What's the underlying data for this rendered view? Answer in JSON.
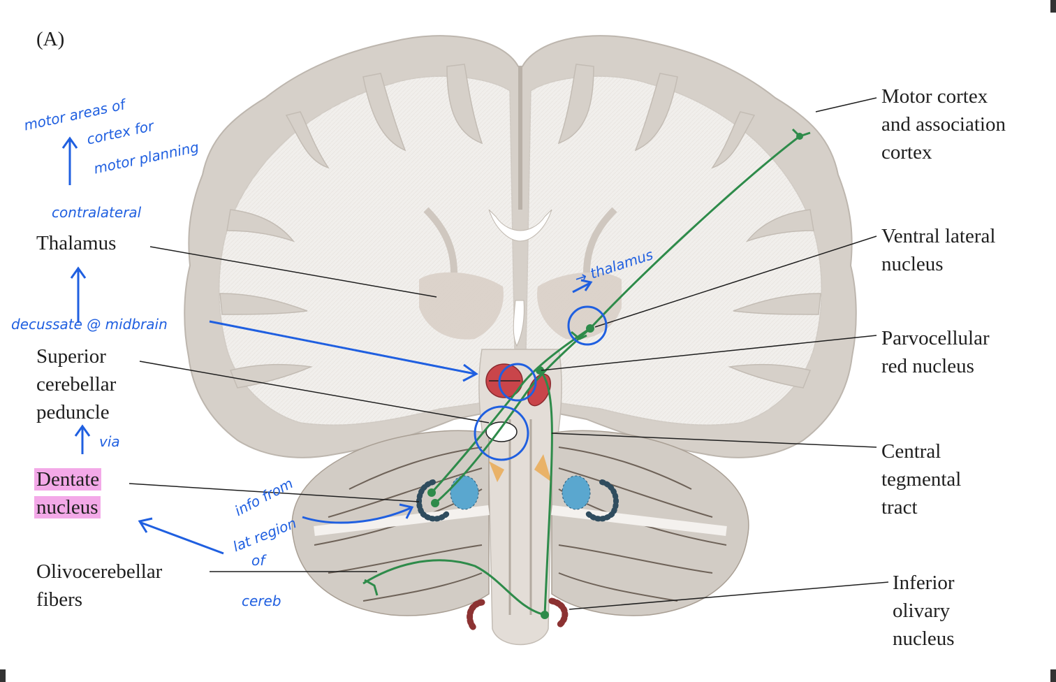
{
  "panel_label": "(A)",
  "labels": {
    "motor_cortex": [
      "Motor cortex",
      "and association",
      "cortex"
    ],
    "ventral_lateral": [
      "Ventral lateral",
      "nucleus"
    ],
    "parvocellular": [
      "Parvocellular",
      "red nucleus"
    ],
    "central_tegmental": [
      "Central",
      "tegmental",
      "tract"
    ],
    "inferior_olivary": [
      "Inferior",
      "olivary",
      "nucleus"
    ],
    "thalamus": [
      "Thalamus"
    ],
    "superior_cerebellar": [
      "Superior",
      "cerebellar",
      "peduncle"
    ],
    "dentate": [
      "Dentate",
      "nucleus"
    ],
    "olivocerebellar": [
      "Olivocerebellar",
      "fibers"
    ]
  },
  "notes": {
    "motor_areas": [
      "motor areas of",
      "cortex for",
      "motor planning"
    ],
    "contralateral": "contralateral",
    "decussate": "decussate @ midbrain",
    "via": "via",
    "thalamus": "→ thalamus",
    "info_from": [
      "info from",
      "lat region",
      "of",
      "cereb"
    ]
  },
  "colors": {
    "pathway": "#2e8b4a",
    "annotation": "#1f5fe0",
    "highlight": "#f3a9e8",
    "red_nucleus": "#c9454a",
    "dentate": "#2f4c5e",
    "olive": "#8c3232",
    "interposed": "#5aa7cf",
    "tissue": "#d9d4cd",
    "white_matter": "#f1efec"
  }
}
